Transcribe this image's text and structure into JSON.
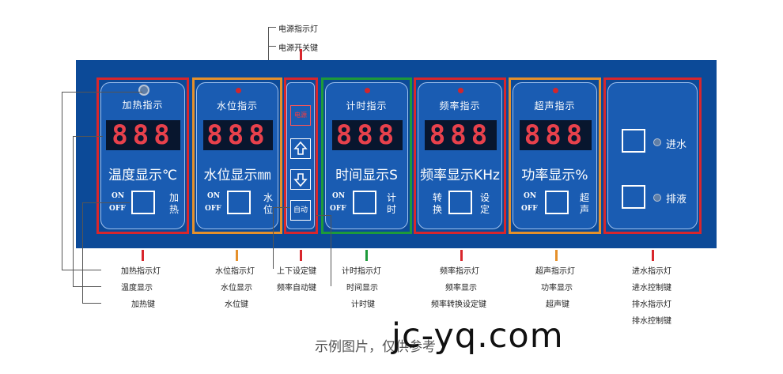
{
  "colors": {
    "board": "#0c4a98",
    "panel": "#1a5cb2",
    "display": "#08162e",
    "segment": "#e8414c",
    "frame_red": "#d8262c",
    "frame_orange": "#e5902b",
    "frame_green": "#1d9a3a"
  },
  "top_annotations": [
    "电源指示灯",
    "电源开关键"
  ],
  "panels": {
    "heat": {
      "title": "加热指示",
      "digits": "888",
      "label": "温度显示℃",
      "on": "ON",
      "off": "OFF",
      "side": [
        "加",
        "热"
      ]
    },
    "water": {
      "title": "水位指示",
      "digits": "888",
      "label": "水位显示㎜",
      "on": "ON",
      "off": "OFF",
      "side": [
        "水",
        "位"
      ]
    },
    "timer": {
      "title": "计时指示",
      "digits": "888",
      "label": "时间显示S",
      "on": "ON",
      "off": "OFF",
      "side": [
        "计",
        "时"
      ]
    },
    "freq": {
      "title": "频率指示",
      "digits": "888",
      "label": "频率显示KHz",
      "left": [
        "转",
        "换"
      ],
      "side": [
        "设",
        "定"
      ]
    },
    "power": {
      "title": "超声指示",
      "digits": "888",
      "label": "功率显示%",
      "on": "ON",
      "off": "OFF",
      "side": [
        "超",
        "声"
      ]
    },
    "drain": {
      "inlet": "进水",
      "drain": "排液"
    }
  },
  "mid_buttons": {
    "power": "电源",
    "up_icon": "arrow-up-icon",
    "down_icon": "arrow-down-icon",
    "auto": "自动"
  },
  "bottom_annotations": {
    "heat": [
      "加热指示灯",
      "温度显示",
      "加热键"
    ],
    "water": [
      "水位指示灯",
      "水位显示",
      "水位键"
    ],
    "mid": [
      "上下设定键",
      "频率自动键"
    ],
    "timer": [
      "计时指示灯",
      "时间显示",
      "计时键"
    ],
    "freq": [
      "频率指示灯",
      "频率显示",
      "频率转换设定键"
    ],
    "power": [
      "超声指示灯",
      "功率显示",
      "超声键"
    ],
    "drain": [
      "进水指示灯",
      "进水控制键",
      "排水指示灯",
      "排水控制键"
    ]
  },
  "caption": "示例图片，仅供参考",
  "watermark": "jc-yq.com"
}
